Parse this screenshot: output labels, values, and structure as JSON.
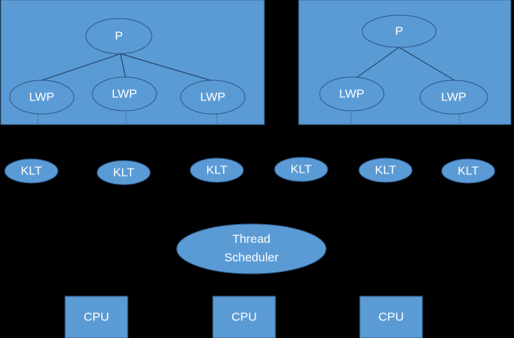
{
  "colors": {
    "background": "#000000",
    "box_fill": "#5b9bd5",
    "box_stroke": "#41719c",
    "shape_fill": "#5b9bd5",
    "shape_stroke": "#2e5a8c",
    "connector": "#1f3a5f",
    "text": "#ffffff"
  },
  "process_groups": [
    {
      "process_label": "P",
      "lwps": [
        "LWP",
        "LWP",
        "LWP"
      ]
    },
    {
      "process_label": "P",
      "lwps": [
        "LWP",
        "LWP"
      ]
    }
  ],
  "klts": [
    "KLT",
    "KLT",
    "KLT",
    "KLT",
    "KLT",
    "KLT"
  ],
  "scheduler": {
    "line1": "Thread",
    "line2": "Scheduler"
  },
  "cpus": [
    "CPU",
    "CPU",
    "CPU"
  ]
}
